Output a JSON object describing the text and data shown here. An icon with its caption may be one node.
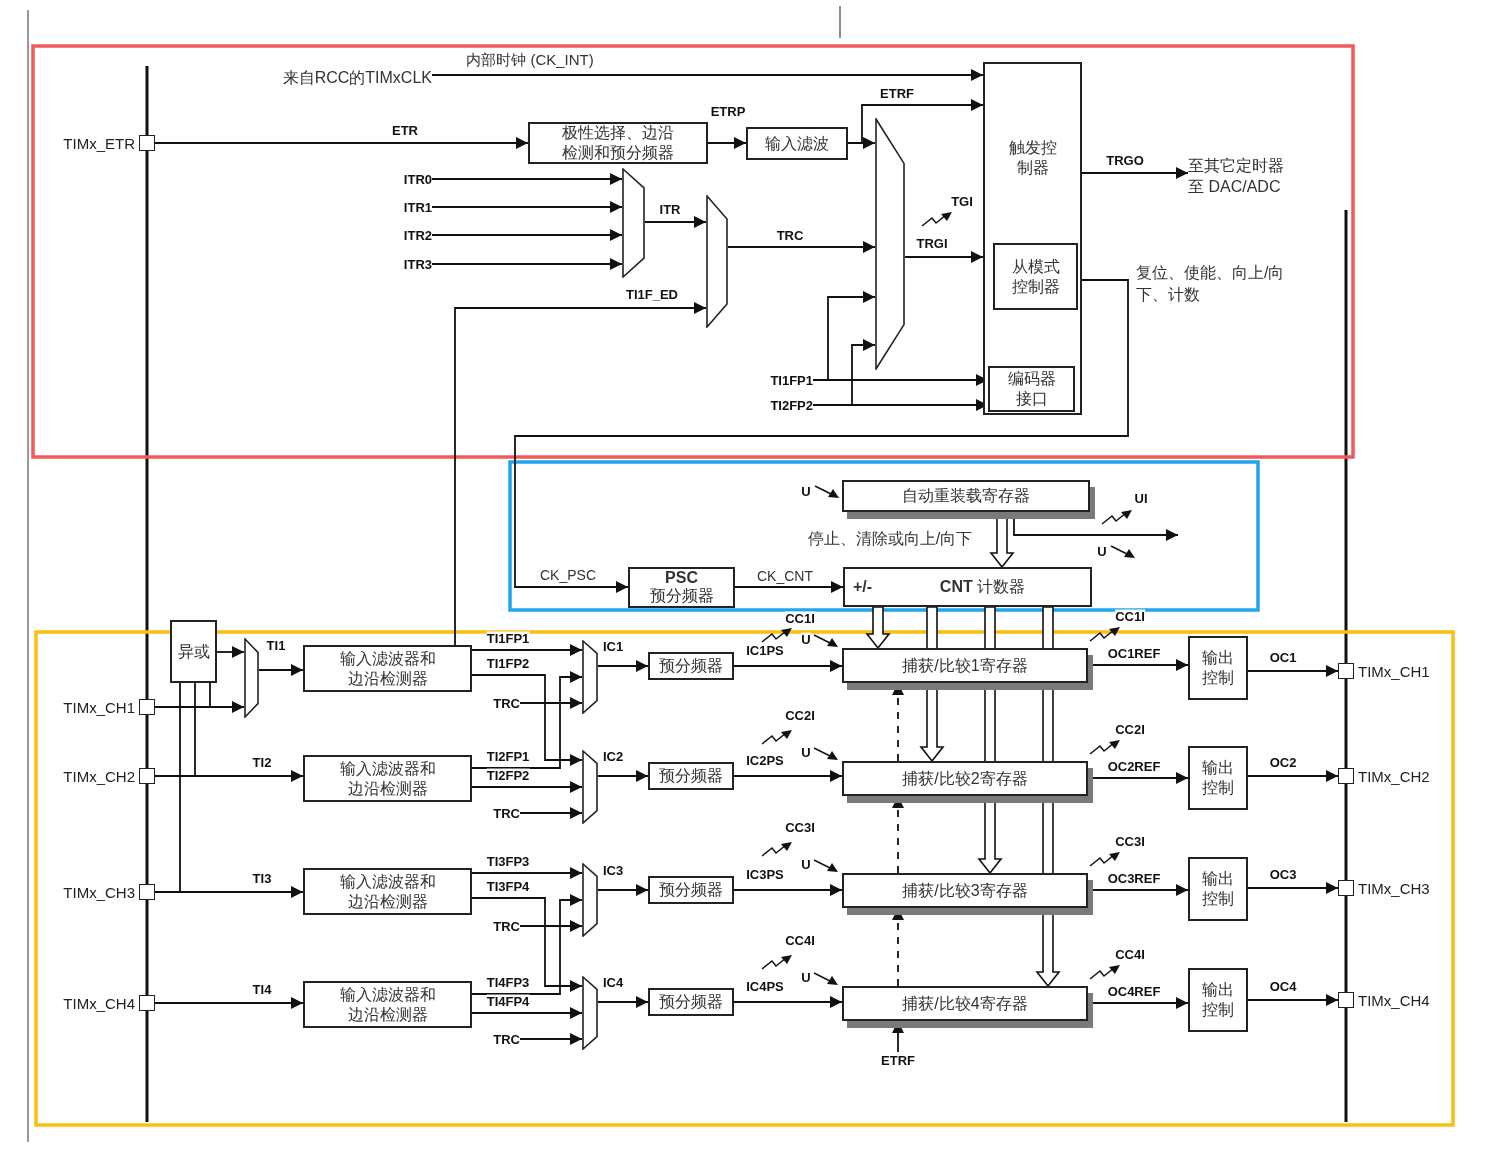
{
  "diagram": {
    "nodes": [
      {
        "text": [
          "TIMx_ETR"
        ]
      },
      {
        "text": [
          "来自RCC的TIMxCLK"
        ]
      },
      {
        "text": [
          "极性选择、边沿检测和预分频器"
        ]
      },
      {
        "text": [
          "输入滤波"
        ]
      },
      {
        "text": [
          "ITR0"
        ]
      },
      {
        "text": [
          "ITR1"
        ]
      },
      {
        "text": [
          "ITR2"
        ]
      },
      {
        "text": [
          "ITR3"
        ]
      },
      {
        "text": [],
        "shape": "trapezoid"
      },
      {
        "text": [],
        "shape": "trapezoid"
      },
      {
        "text": [],
        "shape": "trapezoid"
      },
      {
        "text": [
          "触发控制器"
        ]
      },
      {
        "text": [
          "从模式控制器"
        ],
        "in": 11
      },
      {
        "text": [
          "编码器接口"
        ],
        "in": 11
      },
      {
        "text": [
          "TI1FP1"
        ]
      },
      {
        "text": [
          "TI2FP2"
        ]
      },
      {
        "text": [
          "至其它定时器",
          "至 DAC/ADC"
        ]
      },
      {
        "text": [
          "自动重装载寄存器"
        ]
      },
      {
        "text": [
          "PSC",
          "预分频器"
        ]
      },
      {
        "text": [
          "+/-",
          "**CNT** 计数器"
        ]
      },
      {
        "text": [
          "异或"
        ]
      },
      {
        "text": [],
        "shape": "trapezoid"
      },
      {
        "text": [
          "TIMx_CH1"
        ]
      },
      {
        "text": [
          "输入滤波器和边沿检测器"
        ]
      },
      {
        "text": [],
        "shape": "trapezoid"
      },
      {
        "text": [
          "预分频器"
        ]
      },
      {
        "text": [
          "捕获/比较1寄存器"
        ]
      },
      {
        "text": [
          "输出控制"
        ]
      },
      {
        "text": [
          "TIMx_CH1"
        ]
      },
      {
        "text": [
          "TIMx_CH2"
        ]
      },
      {
        "text": [
          "输入滤波器和边沿检测器"
        ]
      },
      {
        "text": [],
        "shape": "trapezoid"
      },
      {
        "text": [
          "预分频器"
        ]
      },
      {
        "text": [
          "捕获/比较2寄存器"
        ]
      },
      {
        "text": [
          "输出控制"
        ]
      },
      {
        "text": [
          "TIMx_CH2"
        ]
      },
      {
        "text": [
          "TIMx_CH3"
        ]
      },
      {
        "text": [
          "输入滤波器和边沿检测器"
        ]
      },
      {
        "text": [],
        "shape": "trapezoid"
      },
      {
        "text": [
          "预分频器"
        ]
      },
      {
        "text": [
          "捕获/比较3寄存器"
        ]
      },
      {
        "text": [
          "输出控制"
        ]
      },
      {
        "text": [
          "TIMx_CH3"
        ]
      },
      {
        "text": [
          "TIMx_CH4"
        ]
      },
      {
        "text": [
          "输入滤波器和边沿检测器"
        ]
      },
      {
        "text": [],
        "shape": "trapezoid"
      },
      {
        "text": [
          "预分频器"
        ]
      },
      {
        "text": [
          "捕获/比较4寄存器"
        ]
      },
      {
        "text": [
          "输出控制"
        ]
      },
      {
        "text": [
          "TIMx_CH4"
        ]
      },
      {
        "text": [
          "TRC"
        ]
      },
      {
        "text": [
          "TRC"
        ]
      },
      {
        "text": [
          "TRC"
        ]
      },
      {
        "text": [
          "TRC"
        ]
      },
      {
        "text": [
          "ETRF"
        ]
      }
    ],
    "edges": [
      {
        "from": 1,
        "to": 11,
        "arrow": "to",
        "label": "内部时钟 (CK_INT)"
      },
      {
        "from": 0,
        "to": 2,
        "arrow": "to",
        "label": "ETR"
      },
      {
        "from": 2,
        "to": 3,
        "arrow": "to",
        "label": "ETRP"
      },
      {
        "from": 3,
        "to": 11,
        "arrow": "to",
        "label": "ETRF"
      },
      {
        "from": 3,
        "to": 10,
        "arrow": "to"
      },
      {
        "from": 4,
        "to": 8,
        "arrow": "to"
      },
      {
        "from": 5,
        "to": 8,
        "arrow": "to"
      },
      {
        "from": 6,
        "to": 8,
        "arrow": "to"
      },
      {
        "from": 7,
        "to": 8,
        "arrow": "to"
      },
      {
        "from": 8,
        "to": 9,
        "arrow": "to",
        "label": "ITR"
      },
      {
        "from": 23,
        "to": 9,
        "arrow": "to",
        "label": "TI1F_ED"
      },
      {
        "from": 9,
        "to": 10,
        "arrow": "to",
        "label": "TRC"
      },
      {
        "from": 14,
        "to": 10,
        "arrow": "to"
      },
      {
        "from": 14,
        "to": 13,
        "arrow": "to"
      },
      {
        "from": 15,
        "to": 10,
        "arrow": "to"
      },
      {
        "from": 15,
        "to": 13,
        "arrow": "to"
      },
      {
        "from": 10,
        "to": 11,
        "arrow": "to",
        "label": "TRGI"
      },
      {
        "from": 11,
        "to": 16,
        "arrow": "to",
        "label": "TRGO"
      },
      {
        "from": 12,
        "to": 18,
        "arrow": "to",
        "label": "CK_PSC"
      },
      {
        "from": 18,
        "to": 19,
        "arrow": "to",
        "label": "CK_CNT"
      },
      {
        "from": 17,
        "to": 19,
        "arrow": "to",
        "style": "thick",
        "label": "停止、清除或向上/向下"
      },
      {
        "from": 17,
        "to": null,
        "arrow": "to"
      },
      {
        "from": 19,
        "to": 26,
        "arrow": "to",
        "style": "thick"
      },
      {
        "from": 19,
        "to": 33,
        "arrow": "to",
        "style": "thick"
      },
      {
        "from": 19,
        "to": 40,
        "arrow": "to",
        "style": "thick"
      },
      {
        "from": 19,
        "to": 47,
        "arrow": "to",
        "style": "thick"
      },
      {
        "from": 54,
        "to": 47,
        "arrow": "to"
      },
      {
        "from": 47,
        "to": 40,
        "arrow": "to",
        "style": "dashed"
      },
      {
        "from": 40,
        "to": 33,
        "arrow": "to",
        "style": "dashed"
      },
      {
        "from": 33,
        "to": 26,
        "arrow": "to",
        "style": "dashed"
      },
      {
        "from": 20,
        "to": 21,
        "arrow": "to"
      },
      {
        "from": 22,
        "to": 21,
        "arrow": "to"
      },
      {
        "from": 21,
        "to": 23,
        "arrow": "to",
        "label": "TI1"
      },
      {
        "from": 22,
        "to": 20,
        "arrow": "none"
      },
      {
        "from": 29,
        "to": 20,
        "arrow": "none"
      },
      {
        "from": 36,
        "to": 20,
        "arrow": "none"
      },
      {
        "from": 29,
        "to": 30,
        "arrow": "to",
        "label": "TI2"
      },
      {
        "from": 36,
        "to": 37,
        "arrow": "to",
        "label": "TI3"
      },
      {
        "from": 43,
        "to": 44,
        "arrow": "to",
        "label": "TI4"
      },
      {
        "from": 23,
        "to": 24,
        "arrow": "to",
        "label": "TI1FP1"
      },
      {
        "from": 23,
        "to": 31,
        "arrow": "to",
        "label": "TI1FP2"
      },
      {
        "from": 30,
        "to": 24,
        "arrow": "to",
        "label": "TI2FP1"
      },
      {
        "from": 30,
        "to": 31,
        "arrow": "to",
        "label": "TI2FP2"
      },
      {
        "from": 37,
        "to": 38,
        "arrow": "to",
        "label": "TI3FP3"
      },
      {
        "from": 37,
        "to": 45,
        "arrow": "to",
        "label": "TI3FP4"
      },
      {
        "from": 44,
        "to": 38,
        "arrow": "to",
        "label": "TI4FP3"
      },
      {
        "from": 44,
        "to": 45,
        "arrow": "to",
        "label": "TI4FP4"
      },
      {
        "from": 50,
        "to": 24,
        "arrow": "to"
      },
      {
        "from": 51,
        "to": 31,
        "arrow": "to"
      },
      {
        "from": 52,
        "to": 38,
        "arrow": "to"
      },
      {
        "from": 53,
        "to": 45,
        "arrow": "to"
      },
      {
        "from": 24,
        "to": 25,
        "arrow": "to",
        "label": "IC1"
      },
      {
        "from": 25,
        "to": 26,
        "arrow": "to",
        "label": "IC1PS"
      },
      {
        "from": 26,
        "to": 27,
        "arrow": "to",
        "label": "OC1REF"
      },
      {
        "from": 27,
        "to": 28,
        "arrow": "to",
        "label": "OC1"
      },
      {
        "from": 31,
        "to": 32,
        "arrow": "to",
        "label": "IC2"
      },
      {
        "from": 32,
        "to": 33,
        "arrow": "to",
        "label": "IC2PS"
      },
      {
        "from": 33,
        "to": 34,
        "arrow": "to",
        "label": "OC2REF"
      },
      {
        "from": 34,
        "to": 35,
        "arrow": "to",
        "label": "OC2"
      },
      {
        "from": 38,
        "to": 39,
        "arrow": "to",
        "label": "IC3"
      },
      {
        "from": 39,
        "to": 40,
        "arrow": "to",
        "label": "IC3PS"
      },
      {
        "from": 40,
        "to": 41,
        "arrow": "to",
        "label": "OC3REF"
      },
      {
        "from": 41,
        "to": 42,
        "arrow": "to",
        "label": "OC3"
      },
      {
        "from": 45,
        "to": 46,
        "arrow": "to",
        "label": "IC4"
      },
      {
        "from": 46,
        "to": 47,
        "arrow": "to",
        "label": "IC4PS"
      },
      {
        "from": 47,
        "to": 48,
        "arrow": "to",
        "label": "OC4REF"
      },
      {
        "from": 48,
        "to": 49,
        "arrow": "to",
        "label": "OC4"
      }
    ],
    "labels": [
      "复位、使能、向上/向下、计数",
      "TGI",
      "U",
      "UI",
      "U",
      "CC1I",
      "U",
      "CC1I",
      "CC2I",
      "U",
      "CC2I",
      "CC3I",
      "U",
      "CC3I",
      "CC4I",
      "U",
      "CC4I"
    ]
  }
}
